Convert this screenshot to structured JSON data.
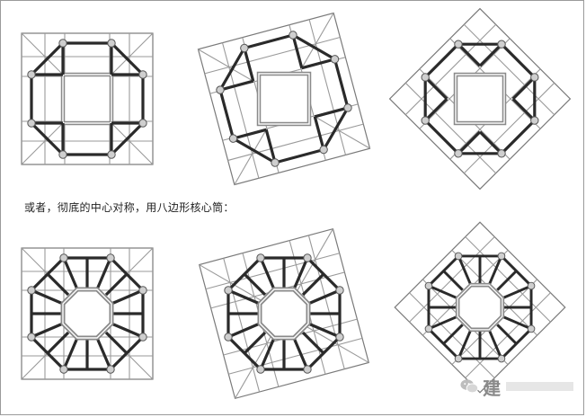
{
  "caption": "或者，彻底的中心对称，用八边形核心筒：",
  "watermark": {
    "icon": "wechat-icon",
    "text": "建"
  },
  "colors": {
    "beam": "#2a2a2a",
    "column_fill": "#cfcfcf",
    "grid": "#9a9a9a",
    "core": "#8a8a8a"
  },
  "plans": [
    {
      "core": "square",
      "rotation_deg": 0
    },
    {
      "core": "square",
      "rotation_deg": -15
    },
    {
      "core": "square",
      "rotation_deg": 45
    },
    {
      "core": "octagon",
      "rotation_deg": 0
    },
    {
      "core": "octagon",
      "rotation_deg": -15
    },
    {
      "core": "octagon",
      "rotation_deg": 45
    }
  ]
}
